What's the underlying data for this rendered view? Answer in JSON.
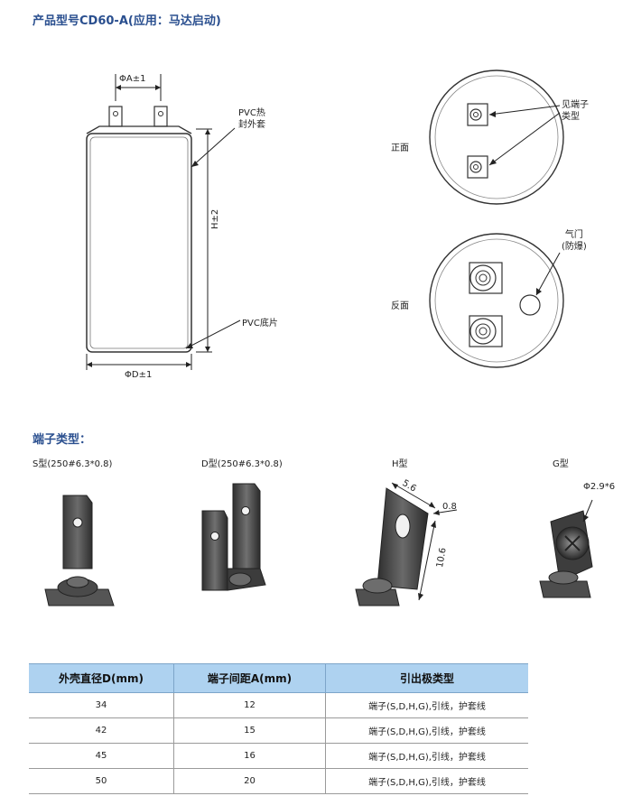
{
  "page_title": "产品型号CD60-A(应用：马达启动)",
  "diagram": {
    "dim_a": "ΦA±1",
    "dim_h": "H±2",
    "dim_d": "ΦD±1",
    "pvc_sleeve": "PVC热\n封外套",
    "pvc_base": "PVC底片",
    "front": "正面",
    "back": "反面",
    "see_terminal": "见端子\n类型",
    "vent": "气门\n(防爆)"
  },
  "terminal_section": {
    "title": "端子类型：",
    "types": [
      {
        "label": "S型(250#6.3*0.8)"
      },
      {
        "label": "D型(250#6.3*0.8)"
      },
      {
        "label": "H型"
      },
      {
        "label": "G型"
      }
    ],
    "h_dims": {
      "width": "5.6",
      "thick": "0.8",
      "height": "10.6"
    },
    "g_dim": "Φ2.9*6"
  },
  "table": {
    "headers": [
      "外壳直径D(mm)",
      "端子间距A(mm)",
      "引出极类型"
    ],
    "rows": [
      [
        "34",
        "12",
        "端子(S,D,H,G),引线，护套线"
      ],
      [
        "42",
        "15",
        "端子(S,D,H,G),引线，护套线"
      ],
      [
        "45",
        "16",
        "端子(S,D,H,G),引线，护套线"
      ],
      [
        "50",
        "20",
        "端子(S,D,H,G),引线，护套线"
      ]
    ]
  }
}
